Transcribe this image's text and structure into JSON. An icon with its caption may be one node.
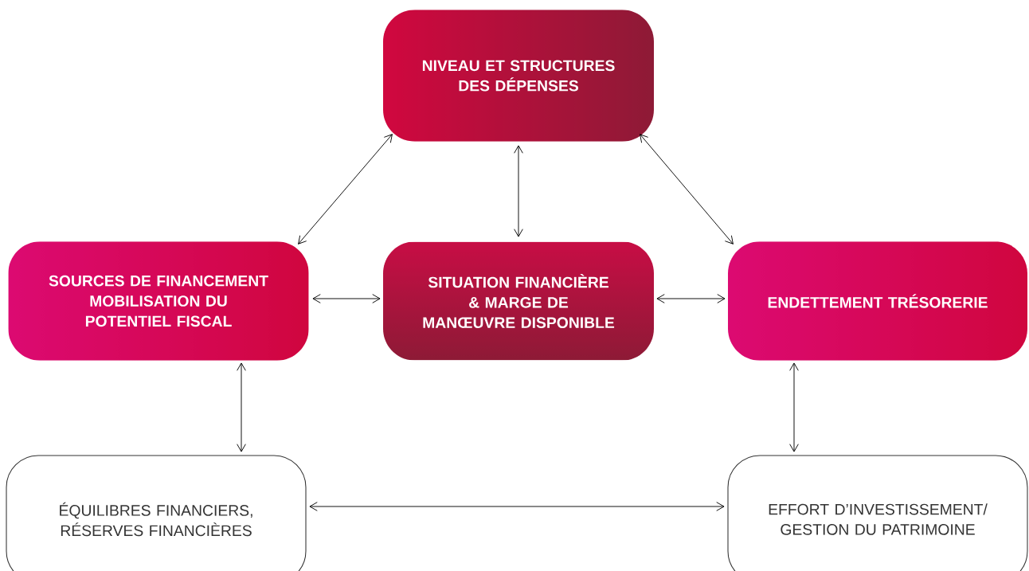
{
  "diagram": {
    "nodes": [
      {
        "text": [
          "NIVEAU ET STRUCTURES DES DÉPENSES"
        ]
      },
      {
        "text": [
          "SOURCES DE FINANCEMENT MOBILISATION DU POTENTIEL FISCAL"
        ]
      },
      {
        "text": [
          "SITUATION FINANCIÈRE & MARGE DE MANŒUVRE DISPONIBLE"
        ]
      },
      {
        "text": [
          "ENDETTEMENT TRÉSORERIE"
        ]
      },
      {
        "text": [
          "ÉQUILIBRES FINANCIERS, RÉSERVES FINANCIÈRES"
        ]
      },
      {
        "text": [
          "EFFORT D’INVESTISSEMENT/ GESTION DU PATRIMOINE"
        ]
      }
    ],
    "edges": [
      {
        "from": 0,
        "to": 1,
        "arrow": "both"
      },
      {
        "from": 0,
        "to": 2,
        "arrow": "both"
      },
      {
        "from": 0,
        "to": 3,
        "arrow": "both"
      },
      {
        "from": 1,
        "to": 2,
        "arrow": "both"
      },
      {
        "from": 2,
        "to": 3,
        "arrow": "both"
      },
      {
        "from": 1,
        "to": 4,
        "arrow": "both"
      },
      {
        "from": 3,
        "to": 5,
        "arrow": "both"
      },
      {
        "from": 4,
        "to": 5,
        "arrow": "both"
      }
    ]
  }
}
